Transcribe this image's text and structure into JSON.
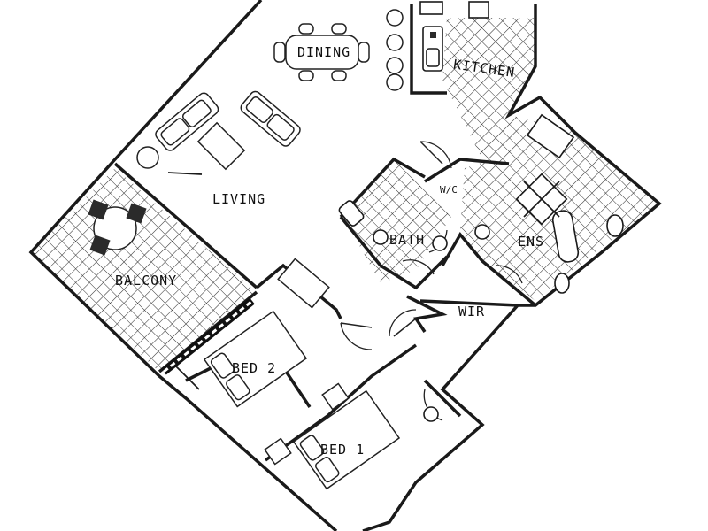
{
  "rooms": {
    "dining": "DINING",
    "kitchen": "KITCHEN",
    "living": "LIVING",
    "balcony": "BALCONY",
    "bath": "BATH",
    "ens": "ENS",
    "wc": "W/C",
    "wir": "WIR",
    "bed2": "BED 2",
    "bed1": "BED 1"
  }
}
